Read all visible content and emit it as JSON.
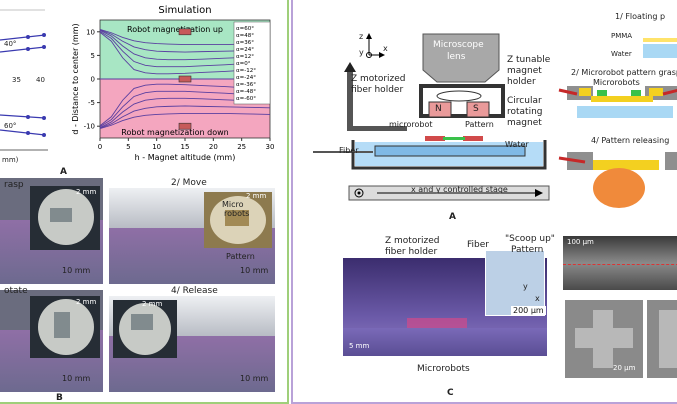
{
  "left": {
    "partial_plot": {
      "xticks": [
        "35",
        "40"
      ],
      "ylabels_partial": [
        "40°",
        "60°"
      ],
      "xlabel_partial": "mm)"
    },
    "label_A": "A",
    "label_B": "B",
    "photo_captions": [
      {
        "title": "rasp",
        "scale_small": "2 mm",
        "scale_big": "10 mm"
      },
      {
        "title": "2/ Move",
        "scale_small": "2 mm",
        "scale_big": "10 mm",
        "inset_label_1": "Micro",
        "inset_label_2": "robots",
        "inset_label_3": "Pattern"
      },
      {
        "title": "otate",
        "scale_small": "2 mm",
        "scale_big": "10 mm"
      },
      {
        "title": "4/ Release",
        "scale_small": "2 mm",
        "scale_big": "10 mm"
      }
    ]
  },
  "right": {
    "label_A": "A",
    "label_C": "C",
    "schematic": {
      "axes": [
        "z",
        "y",
        "x"
      ],
      "z_motor": [
        "Z motorized",
        "fiber holder"
      ],
      "microscope": [
        "Microscope",
        "lens"
      ],
      "z_tunable": [
        "Z tunable",
        "magnet",
        "holder"
      ],
      "circular": [
        "Circular",
        "rotating",
        "magnet"
      ],
      "magnet_n": "N",
      "magnet_s": "S",
      "microrobot": "microrobot",
      "pattern": "Pattern",
      "fiber": "Fiber",
      "water": "Water",
      "stage": "x and y controlled stage"
    },
    "steps": {
      "step1": "1/ Floating p",
      "pmma": "PMMA",
      "water": "Water",
      "step2": "2/ Microrobot pattern graspi",
      "microrobots": "Microrobots",
      "step4": "4/ Pattern releasing"
    },
    "photo_c": {
      "z_motor": [
        "Z motorized",
        "fiber holder"
      ],
      "fiber": "Fiber",
      "scoop": [
        "\"Scoop up\"",
        "Pattern"
      ],
      "scale_200": "200 μm",
      "scale_5mm": "5 mm",
      "microrobots": "Microrobots",
      "inset_y": "y",
      "inset_x": "x"
    },
    "sem": {
      "scale_100": "100 μm",
      "scale_20": "20 μm"
    }
  },
  "chart_data": {
    "type": "line",
    "title": "Simulation",
    "xlabel": "h - Magnet altitude (mm)",
    "ylabel": "d - Distance to center (mm)",
    "xlim": [
      0,
      30
    ],
    "ylim": [
      -12.5,
      12.5
    ],
    "xticks": [
      0,
      5,
      10,
      15,
      20,
      25,
      30
    ],
    "yticks": [
      -10,
      -5,
      0,
      5,
      10
    ],
    "annotations": [
      "Robot magnetization up",
      "Robot magnetization down"
    ],
    "series": [
      {
        "name": "α=60°",
        "x": [
          0,
          2,
          4,
          6,
          8,
          10,
          12,
          15,
          18,
          22,
          26,
          30
        ],
        "values": [
          10.5,
          9.8,
          8.8,
          8.1,
          7.7,
          7.5,
          7.4,
          7.3,
          7.3,
          7.3,
          7.4,
          7.5
        ]
      },
      {
        "name": "α=48°",
        "x": [
          0,
          2,
          4,
          6,
          8,
          10,
          12,
          15,
          18,
          22,
          26,
          30
        ],
        "values": [
          10.4,
          9.5,
          8.0,
          6.8,
          6.2,
          5.9,
          5.8,
          5.7,
          5.8,
          5.9,
          6.0,
          6.1
        ]
      },
      {
        "name": "α=36°",
        "x": [
          0,
          2,
          4,
          6,
          8,
          10,
          12,
          15,
          18,
          22,
          26,
          30
        ],
        "values": [
          10.3,
          9.1,
          7.0,
          5.3,
          4.5,
          4.2,
          4.1,
          4.1,
          4.2,
          4.4,
          4.6,
          4.8
        ]
      },
      {
        "name": "α=24°",
        "x": [
          0,
          2,
          4,
          6,
          8,
          10,
          12,
          15,
          18,
          22,
          26,
          30
        ],
        "values": [
          10.1,
          8.6,
          5.9,
          3.7,
          2.9,
          2.6,
          2.6,
          2.6,
          2.8,
          3.0,
          3.3,
          3.5
        ]
      },
      {
        "name": "α=12°",
        "x": [
          0,
          2,
          4,
          6,
          8,
          10,
          12,
          15,
          18,
          22,
          26,
          30
        ],
        "values": [
          9.9,
          8.0,
          4.5,
          2.0,
          1.3,
          1.1,
          1.1,
          1.2,
          1.4,
          1.6,
          1.9,
          2.1
        ]
      },
      {
        "name": "α=0°",
        "x": [
          0,
          2,
          4,
          6,
          8,
          10,
          12,
          15,
          18,
          22,
          26,
          30
        ],
        "values": [
          0,
          0,
          0,
          0,
          0,
          0,
          0,
          0,
          0,
          0,
          0,
          0
        ]
      },
      {
        "name": "α=-12°",
        "x": [
          0,
          2,
          4,
          6,
          8,
          10,
          12,
          15,
          18,
          22,
          26,
          30
        ],
        "values": [
          -9.9,
          -8.0,
          -4.5,
          -2.0,
          -1.3,
          -1.1,
          -1.1,
          -1.2,
          -1.4,
          -1.6,
          -1.9,
          -2.1
        ]
      },
      {
        "name": "α=-24°",
        "x": [
          0,
          2,
          4,
          6,
          8,
          10,
          12,
          15,
          18,
          22,
          26,
          30
        ],
        "values": [
          -10.1,
          -8.6,
          -5.9,
          -3.7,
          -2.9,
          -2.6,
          -2.6,
          -2.6,
          -2.8,
          -3.0,
          -3.3,
          -3.5
        ]
      },
      {
        "name": "α=-36°",
        "x": [
          0,
          2,
          4,
          6,
          8,
          10,
          12,
          15,
          18,
          22,
          26,
          30
        ],
        "values": [
          -10.3,
          -9.1,
          -7.0,
          -5.3,
          -4.5,
          -4.2,
          -4.1,
          -4.1,
          -4.2,
          -4.4,
          -4.6,
          -4.8
        ]
      },
      {
        "name": "α=-48°",
        "x": [
          0,
          2,
          4,
          6,
          8,
          10,
          12,
          15,
          18,
          22,
          26,
          30
        ],
        "values": [
          -10.4,
          -9.5,
          -8.0,
          -6.8,
          -6.2,
          -5.9,
          -5.8,
          -5.7,
          -5.8,
          -5.9,
          -6.0,
          -6.1
        ]
      },
      {
        "name": "α=-60°",
        "x": [
          0,
          2,
          4,
          6,
          8,
          10,
          12,
          15,
          18,
          22,
          26,
          30
        ],
        "values": [
          -10.5,
          -9.8,
          -8.8,
          -8.1,
          -7.7,
          -7.5,
          -7.4,
          -7.3,
          -7.3,
          -7.3,
          -7.4,
          -7.5
        ]
      }
    ],
    "colors": {
      "up_region": "#a8e6c4",
      "down_region": "#f4a6bf",
      "line": "#5a3fa0"
    }
  }
}
